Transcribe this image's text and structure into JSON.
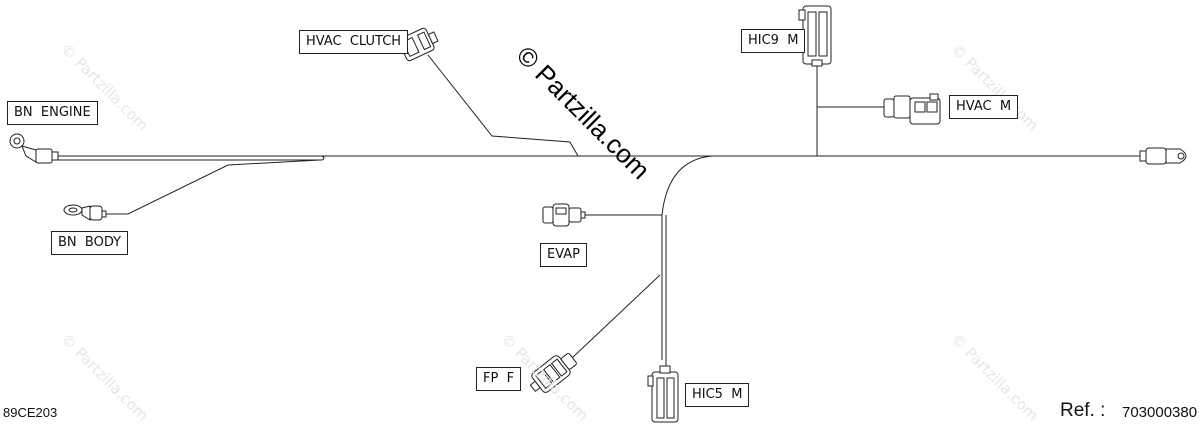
{
  "labels": {
    "hvac_clutch": "HVAC  CLUTCH",
    "hic9_m": "HIC9  M",
    "bn_engine": "BN  ENGINE",
    "hvac_m": "HVAC  M",
    "bn_body": "BN  BODY",
    "evap": "EVAP",
    "fp_f": "FP  F",
    "hic5_m": "HIC5  M"
  },
  "watermark": {
    "brand": "© Partzilla.com",
    "repeat_text": "© Partzilla.com"
  },
  "footer": {
    "diagram_code": "89CE203",
    "ref_label": "Ref. :",
    "ref_number": "703000380"
  },
  "colors": {
    "line": "#222222",
    "watermark": "#e6e6e6"
  }
}
